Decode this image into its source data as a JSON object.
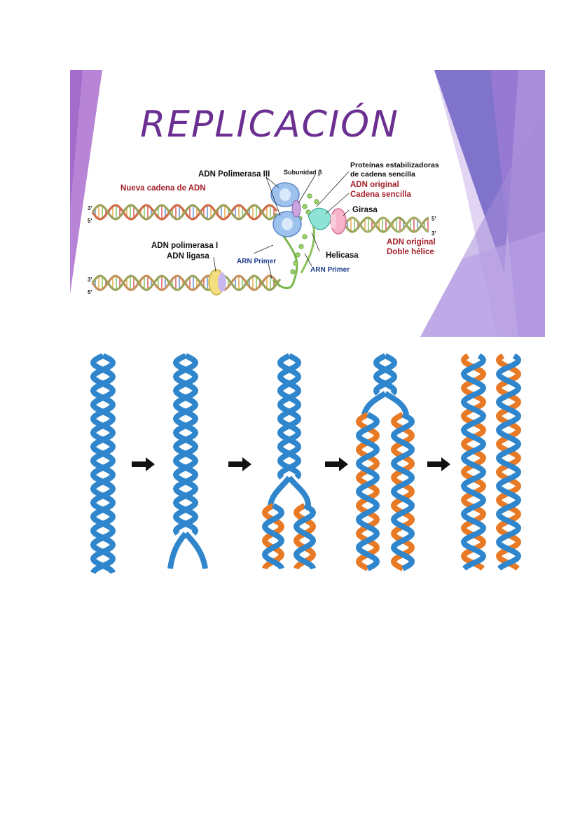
{
  "slide": {
    "title": "REPLICACIÓN",
    "labels": {
      "pol3": "ADN Polimerasa III",
      "subunit": "Subunidad β",
      "proteins1": "Proteínas estabilizadoras",
      "proteins2": "de cadena sencilla",
      "orig_single1": "ADN original",
      "orig_single2": "Cadena sencilla",
      "new_strand": "Nueva cadena de ADN",
      "gyrase": "Girasa",
      "pol1": "ADN polimerasa I",
      "ligase": "ADN ligasa",
      "primer_left": "ARN Primer",
      "helicase": "Helicasa",
      "primer_right": "ARN Primer",
      "orig_double1": "ADN original",
      "orig_double2": "Doble hélice"
    },
    "strand_ends": {
      "three": "3'",
      "five": "5'"
    }
  },
  "steps": {
    "stages": [
      "double-helix",
      "unwinding",
      "partial-replication",
      "advanced-replication",
      "two-daughter-helices"
    ],
    "arrow_count": 4,
    "colors": {
      "parent_strand": "#2f86cc",
      "new_strand": "#e87a25",
      "arrow": "#111111"
    }
  },
  "decor_colors": {
    "purple": "#b07cd0",
    "violet": "#6d5fbf",
    "lavender": "#c8b4e8",
    "title": "#6b2f92"
  }
}
